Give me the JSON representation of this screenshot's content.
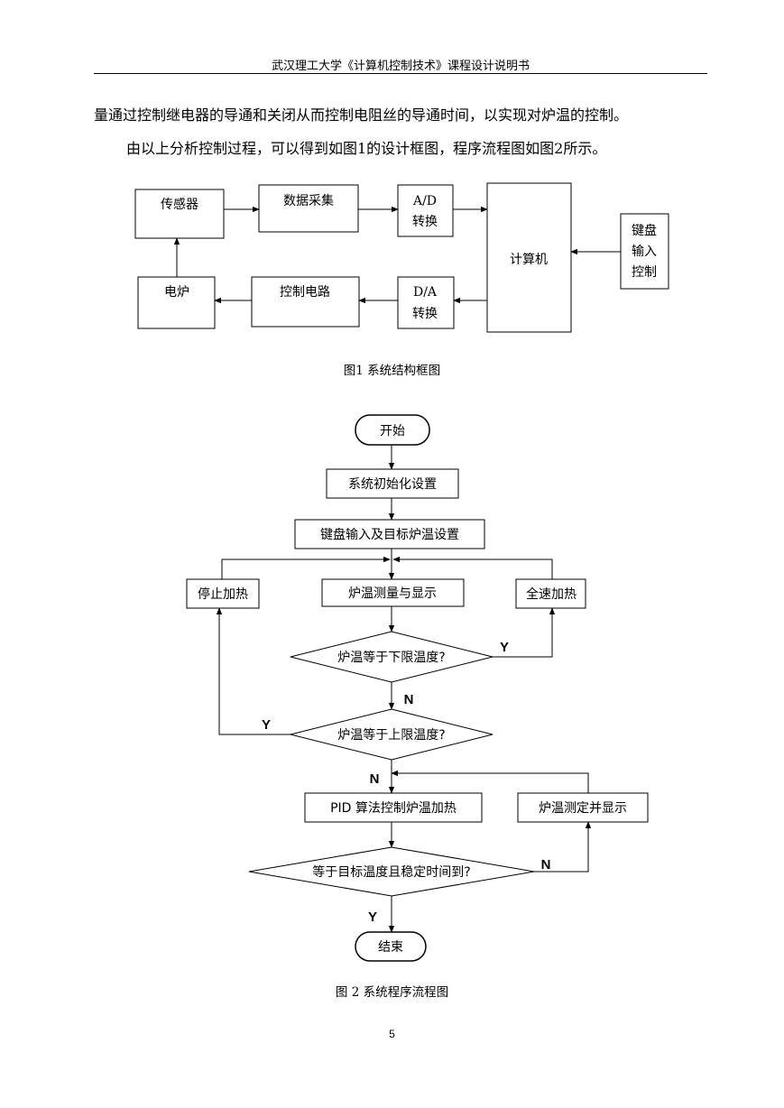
{
  "header": {
    "title": "武汉理工大学《计算机控制技术》课程设计说明书"
  },
  "body": {
    "paragraph1": "量通过控制继电器的导通和关闭从而控制电阻丝的导通时间，以实现对炉温的控制。",
    "paragraph2": "由以上分析控制过程，可以得到如图1的设计框图，程序流程图如图2所示。"
  },
  "figure1": {
    "caption": "图1  系统结构框图",
    "blocks": {
      "sensor": "传感器",
      "data_acq": "数据采集",
      "ad_line1": "A/D",
      "ad_line2": "转换",
      "computer": "计算机",
      "keyboard_line1": "键盘",
      "keyboard_line2": "输入",
      "keyboard_line3": "控制",
      "furnace": "电炉",
      "control_circuit": "控制电路",
      "da_line1": "D/A",
      "da_line2": "转换"
    }
  },
  "figure2": {
    "caption": "图 2 系统程序流程图",
    "nodes": {
      "start": "开始",
      "init": "系统初始化设置",
      "keyboard_setting": "键盘输入及目标炉温设置",
      "stop_heating": "停止加热",
      "measure_display": "炉温测量与显示",
      "full_heating": "全速加热",
      "check_lower": "炉温等于下限温度?",
      "check_upper": "炉温等于上限温度?",
      "pid": "PID 算法控制炉温加热",
      "measure_display2": "炉温测定并显示",
      "check_target": "等于目标温度且稳定时间到?",
      "end": "结束"
    },
    "labels": {
      "lower_yes": "Y",
      "lower_no": "N",
      "upper_yes": "Y",
      "upper_no": "N",
      "target_no": "N",
      "target_yes": "Y"
    }
  },
  "page": {
    "number": "5"
  }
}
